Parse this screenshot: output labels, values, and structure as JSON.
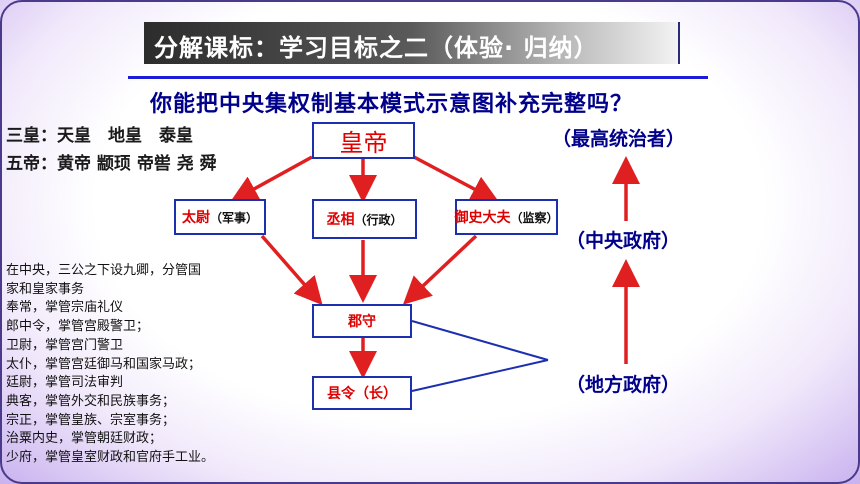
{
  "header": {
    "title": "分解课标：学习目标之二（体验· 归纳）"
  },
  "question": "你能把中央集权制基本模式示意图补充完整吗？",
  "left_info": {
    "san_huang": "三皇：天皇　地皇　泰皇",
    "wu_di": "五帝：黄帝  颛顼  帝喾  尧  舜"
  },
  "diagram": {
    "emperor": "皇帝",
    "taiwei": {
      "name": "太尉",
      "note": "（军事）"
    },
    "chengxiang": {
      "name": "丞相",
      "note": "（行政）"
    },
    "yushi": {
      "name": "御史大夫",
      "note": "（监察）"
    },
    "junshou": "郡守",
    "xianling": "县令（长）"
  },
  "side_labels": {
    "top": "（最高统治者）",
    "middle": "（中央政府）",
    "bottom": "（地方政府）"
  },
  "duties": [
    "在中央，三公之下设九卿，分管国",
    "家和皇家事务",
    "奉常，掌管宗庙礼仪",
    "郎中令，掌管宫殿警卫；",
    "卫尉，掌管宫门警卫",
    "太仆，掌管宫廷御马和国家马政；",
    "廷尉，掌管司法审判",
    "典客，掌管外交和民族事务；",
    "宗正，掌管皇族、宗室事务；",
    "治粟内史，掌管朝廷财政；",
    "少府，掌管皇室财政和官府手工业。"
  ],
  "colors": {
    "arrow_red": "#e02020",
    "box_border": "#1c2fb0",
    "label_blue": "#00008b",
    "highlight_red": "#e00000"
  }
}
